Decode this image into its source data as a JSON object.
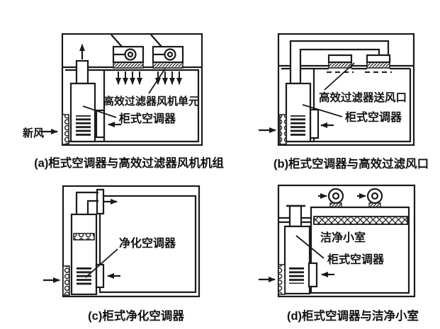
{
  "figure": {
    "background": "#ffffff",
    "ink": "#1a1a1a",
    "panels": {
      "a": {
        "caption": "(a)柜式空调器与高效过滤器风机机组",
        "labels": {
          "fresh_air": "新风",
          "hepa_fan_unit": "高效过滤器风机单元",
          "cabinet_ac": "柜式空调器"
        }
      },
      "b": {
        "caption": "(b)柜式空调器与高效过滤风口",
        "labels": {
          "hepa_supply_outlet": "高效过滤器送风口",
          "cabinet_ac": "柜式空调器"
        }
      },
      "c": {
        "caption": "(c)柜式净化空调器",
        "labels": {
          "purifying_ac": "净化空调器"
        }
      },
      "d": {
        "caption": "(d)柜式空调器与洁净小室",
        "labels": {
          "clean_room": "洁净小室",
          "cabinet_ac": "柜式空调器"
        }
      }
    }
  }
}
